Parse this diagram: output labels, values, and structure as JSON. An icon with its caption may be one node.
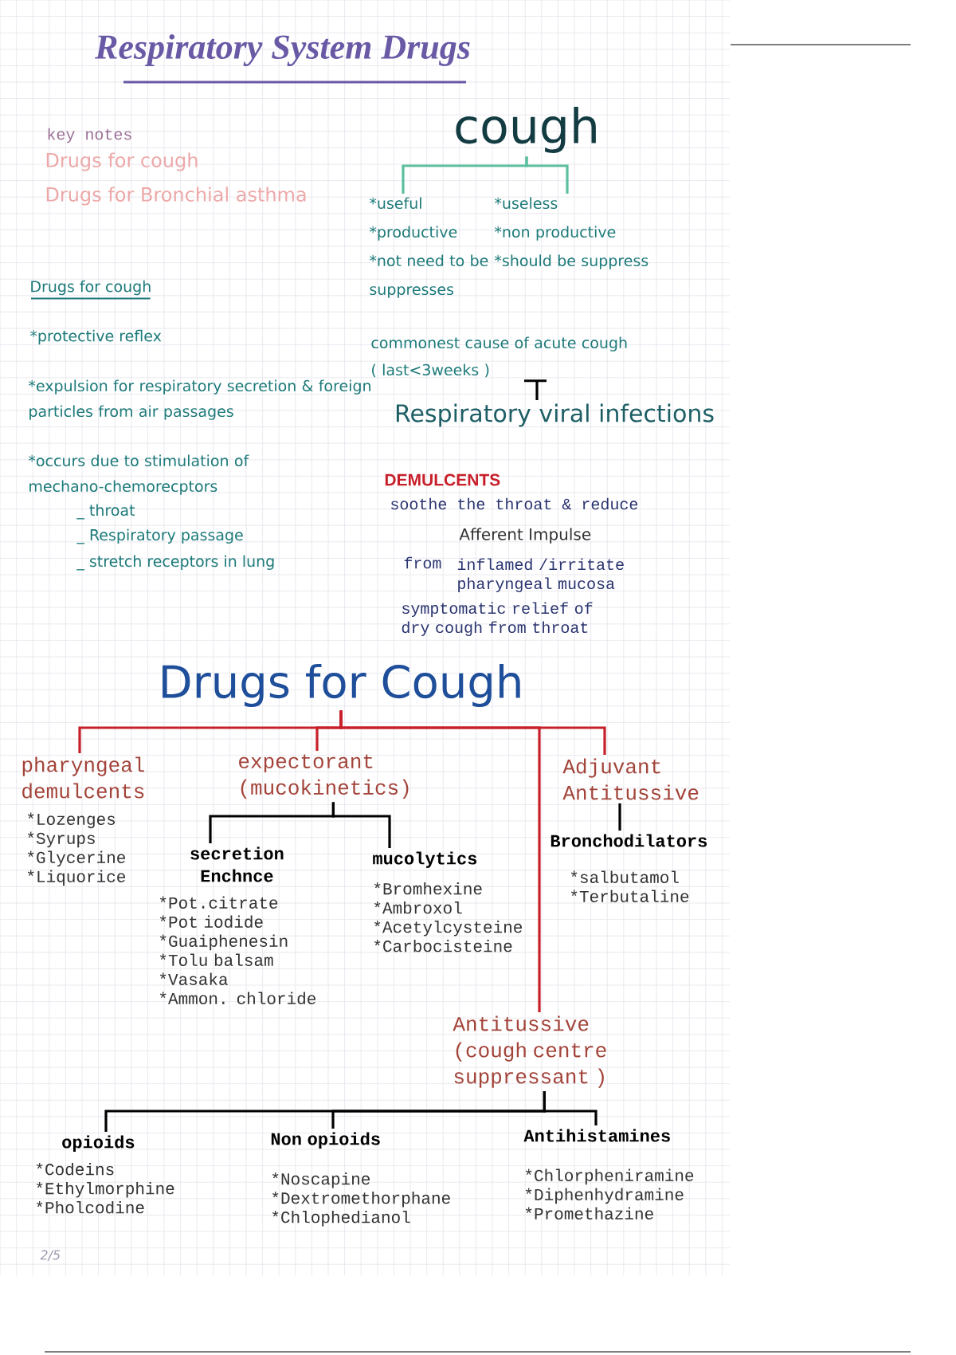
{
  "diagram": {
    "title": "Respiratory System Drugs",
    "nodes": [
      {
        "text": [
          "cough"
        ]
      },
      {
        "text": [
          "*useful",
          "*productive",
          "*not need to be suppresses"
        ]
      },
      {
        "text": [
          "*useless",
          "*non productive",
          "*should be suppress"
        ]
      },
      {
        "text": [
          "commonest cause of acute cough ( last<3weeks )"
        ]
      },
      {
        "text": [
          "Respiratory viral infections"
        ]
      },
      {
        "text": [
          "Drugs for Cough"
        ]
      },
      {
        "text": [
          "pharyngeal demulcents",
          "*Lozenges",
          "*Syrups",
          "*Glycerine",
          "*Liquorice"
        ]
      },
      {
        "text": [
          "expectorant (mucokinetics)"
        ]
      },
      {
        "text": [
          "secretion Enchnce",
          "*Pot.citrate",
          "*Pot iodide",
          "*Guaiphenesin",
          "*Tolu balsam",
          "*Vasaka",
          "*Ammon. chloride"
        ]
      },
      {
        "text": [
          "mucolytics",
          "*Bromhexine",
          "*Ambroxol",
          "*Acetylcysteine",
          "*Carbocisteine"
        ]
      },
      {
        "text": [
          "Adjuvant Antitussive"
        ]
      },
      {
        "text": [
          "Bronchodilators",
          "*salbutamol",
          "*Terbutaline"
        ]
      },
      {
        "text": [
          "Antitussive (cough centre suppressant )"
        ]
      },
      {
        "text": [
          "opioids",
          "*Codeins",
          "*Ethylmorphine",
          "*Pholcodine"
        ]
      },
      {
        "text": [
          "Non opioids",
          "*Noscapine",
          "*Dextromethorphane",
          "*Chlophedianol"
        ]
      },
      {
        "text": [
          "Antihistamines",
          "*Chlorpheniramine",
          "*Diphenhydramine",
          "*Promethazine"
        ]
      }
    ],
    "edges": [
      {
        "from": 0,
        "to": 1,
        "arrow": "none",
        "color": "#5cbf9f"
      },
      {
        "from": 0,
        "to": 2,
        "arrow": "none",
        "color": "#5cbf9f"
      },
      {
        "from": 3,
        "to": 4,
        "arrow": "none"
      },
      {
        "from": 5,
        "to": 6,
        "arrow": "none",
        "color": "#c8202a"
      },
      {
        "from": 5,
        "to": 7,
        "arrow": "none",
        "color": "#c8202a"
      },
      {
        "from": 5,
        "to": 12,
        "arrow": "none",
        "color": "#c8202a"
      },
      {
        "from": 5,
        "to": 10,
        "arrow": "none",
        "color": "#c8202a"
      },
      {
        "from": 7,
        "to": 8,
        "arrow": "none"
      },
      {
        "from": 7,
        "to": 9,
        "arrow": "none"
      },
      {
        "from": 10,
        "to": 11,
        "arrow": "none"
      },
      {
        "from": 12,
        "to": 13,
        "arrow": "none"
      },
      {
        "from": 12,
        "to": 14,
        "arrow": "none"
      },
      {
        "from": 12,
        "to": 15,
        "arrow": "none"
      }
    ],
    "labels": [
      "key notes",
      "Drugs for cough",
      "Drugs for Bronchial asthma",
      "Drugs for cough",
      "*protective reflex",
      "*expulsion for respiratory secretion & foreign particles from air passages",
      "*occurs due to stimulation of mechano-chemorecptors",
      "_ throat",
      "_ Respiratory passage",
      "_ stretch receptors in lung",
      "DEMULCENTS",
      "soothe the throat & reduce",
      "Afferent Impulse",
      "from",
      "inflamed /irritate pharyngeal mucosa",
      "symptomatic relief of dry cough from throat",
      "2/5"
    ]
  }
}
